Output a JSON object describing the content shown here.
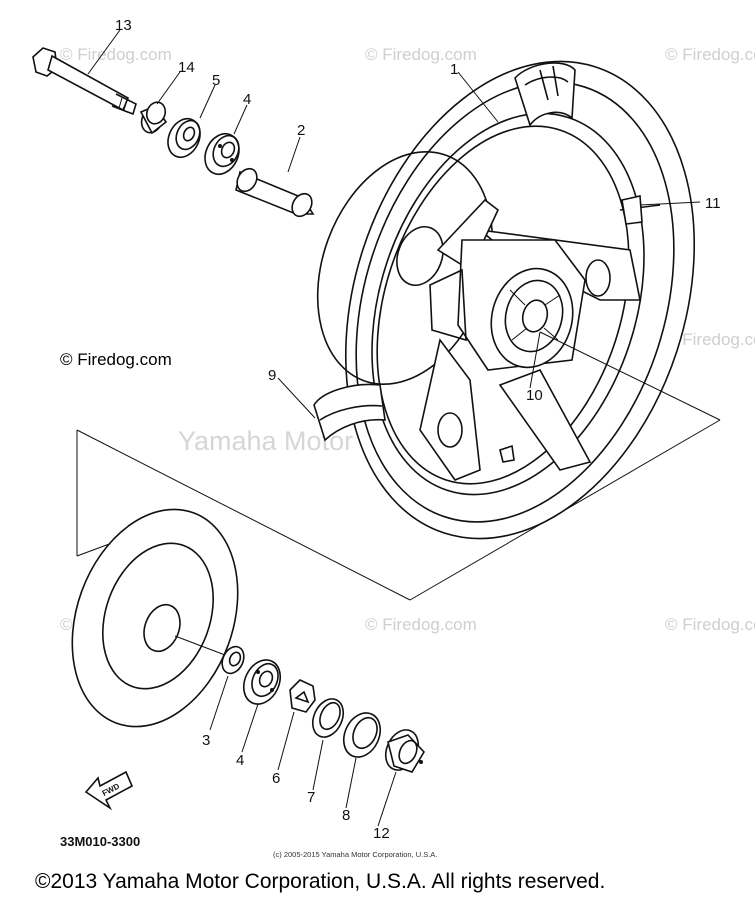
{
  "watermarks": {
    "firedog": "© Firedog.com",
    "center": "Yamaha Motor Corp., U.S.A."
  },
  "credit": "© Firedog.com",
  "callouts": {
    "p1": "1",
    "p2": "2",
    "p3": "3",
    "p4a": "4",
    "p4b": "4",
    "p5": "5",
    "p6": "6",
    "p7": "7",
    "p8": "8",
    "p9": "9",
    "p10": "10",
    "p11": "11",
    "p12": "12",
    "p13": "13",
    "p14": "14"
  },
  "direction_label": "FWD",
  "diagram_code": "33M010-3300",
  "fine_print": "(c) 2005-2015 Yamaha Motor Corporation, U.S.A.",
  "copyright": "©2013 Yamaha Motor Corporation, U.S.A. All rights reserved."
}
